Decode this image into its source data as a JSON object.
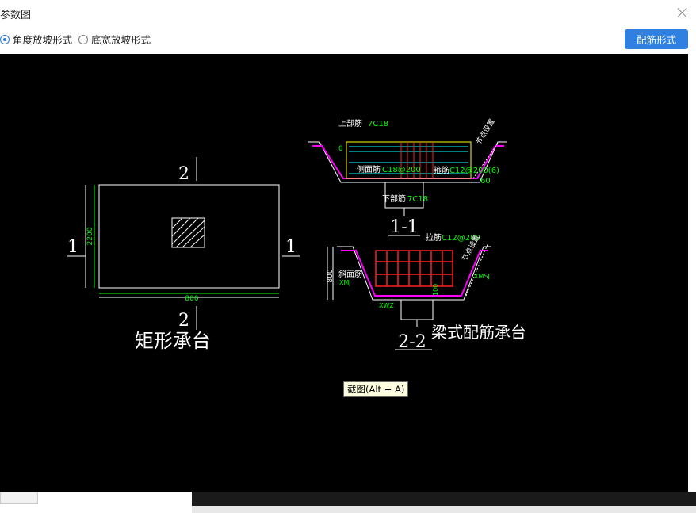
{
  "dialog": {
    "title": "参数图",
    "options": [
      {
        "label": "角度放坡形式",
        "checked": true
      },
      {
        "label": "底宽放坡形式",
        "checked": false
      }
    ],
    "action_label": "配筋形式"
  },
  "drawing": {
    "left_section_mark_top": "2",
    "left_section_mark_bottom": "2",
    "left_section_mark_left": "1",
    "left_section_mark_right": "1",
    "left_dim_height": "2200",
    "left_dim_width": "800",
    "left_caption": "矩形承台",
    "s11_top_label": "上部筋",
    "s11_top_value": "7C18",
    "s11_side_label": "侧面筋",
    "s11_side_value": "C18@200",
    "s11_stirrup_label": "箍筋",
    "s11_stirrup_value": "C12@200(6)",
    "s11_bottom_label": "下部筋",
    "s11_bottom_value": "7C18",
    "s11_angle": "60",
    "s11_zero": "0",
    "s11_node": "节点设置",
    "s11_caption": "1-1",
    "s22_tie_label": "拉筋",
    "s22_tie_value": "C12@200",
    "s22_height": "800",
    "s22_side_label": "斜面筋",
    "s22_xmj": "XMJ",
    "s22_xmsj": "XMSJ",
    "s22_xwz": "XWZ",
    "s22_hundred": "100",
    "s22_node": "节点设置",
    "s22_caption": "2-2",
    "beam_caption": "梁式配筋承台"
  },
  "tooltip": "截图(Alt + A)",
  "colors": {
    "accent": "#2f80e0",
    "cad_bg": "#000000",
    "cad_white": "#ffffff",
    "cad_green": "#00ff00",
    "cad_cyan": "#00ffff",
    "cad_yellow": "#ffff00",
    "cad_red": "#ff2020",
    "cad_magenta": "#ff00ff"
  }
}
